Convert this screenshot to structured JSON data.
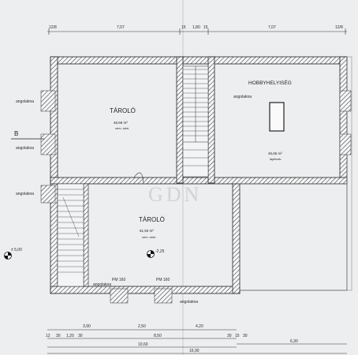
{
  "rooms": {
    "storage_top": {
      "name": "TÁROLÓ",
      "area": "46,66 m²",
      "floor": "cem. simí."
    },
    "hobby": {
      "name": "HOBBYHELYISÉG",
      "area": "46,66 m²",
      "floor": "laptburk."
    },
    "storage_bottom": {
      "name": "TÁROLÓ",
      "area": "51,50 m²",
      "floor": "cem. simí."
    }
  },
  "top_dimensions": [
    "12/8",
    "7,07",
    "15",
    "1,80",
    "15",
    "7,07",
    "12/8"
  ],
  "bottom_dimensions": {
    "row1": [
      "3,90",
      "2,50",
      "4,20"
    ],
    "row2": [
      "12",
      "30",
      "1,20",
      "30",
      "8,50",
      "30",
      "15",
      "30"
    ],
    "row3": [
      "10,60"
    ],
    "row4": [
      "16,90",
      "6,30"
    ]
  },
  "side_labels": {
    "window_labels": [
      "angolakna",
      "angolakna",
      "angolakna",
      "angolakna",
      "angolakna",
      "angolakna"
    ],
    "section_marker": "B"
  },
  "levels": {
    "left": "± 5,00",
    "center": "-2,25"
  },
  "openings": {
    "door_left": "PM 160",
    "door_right": "PM 160"
  },
  "watermark": "GDN"
}
